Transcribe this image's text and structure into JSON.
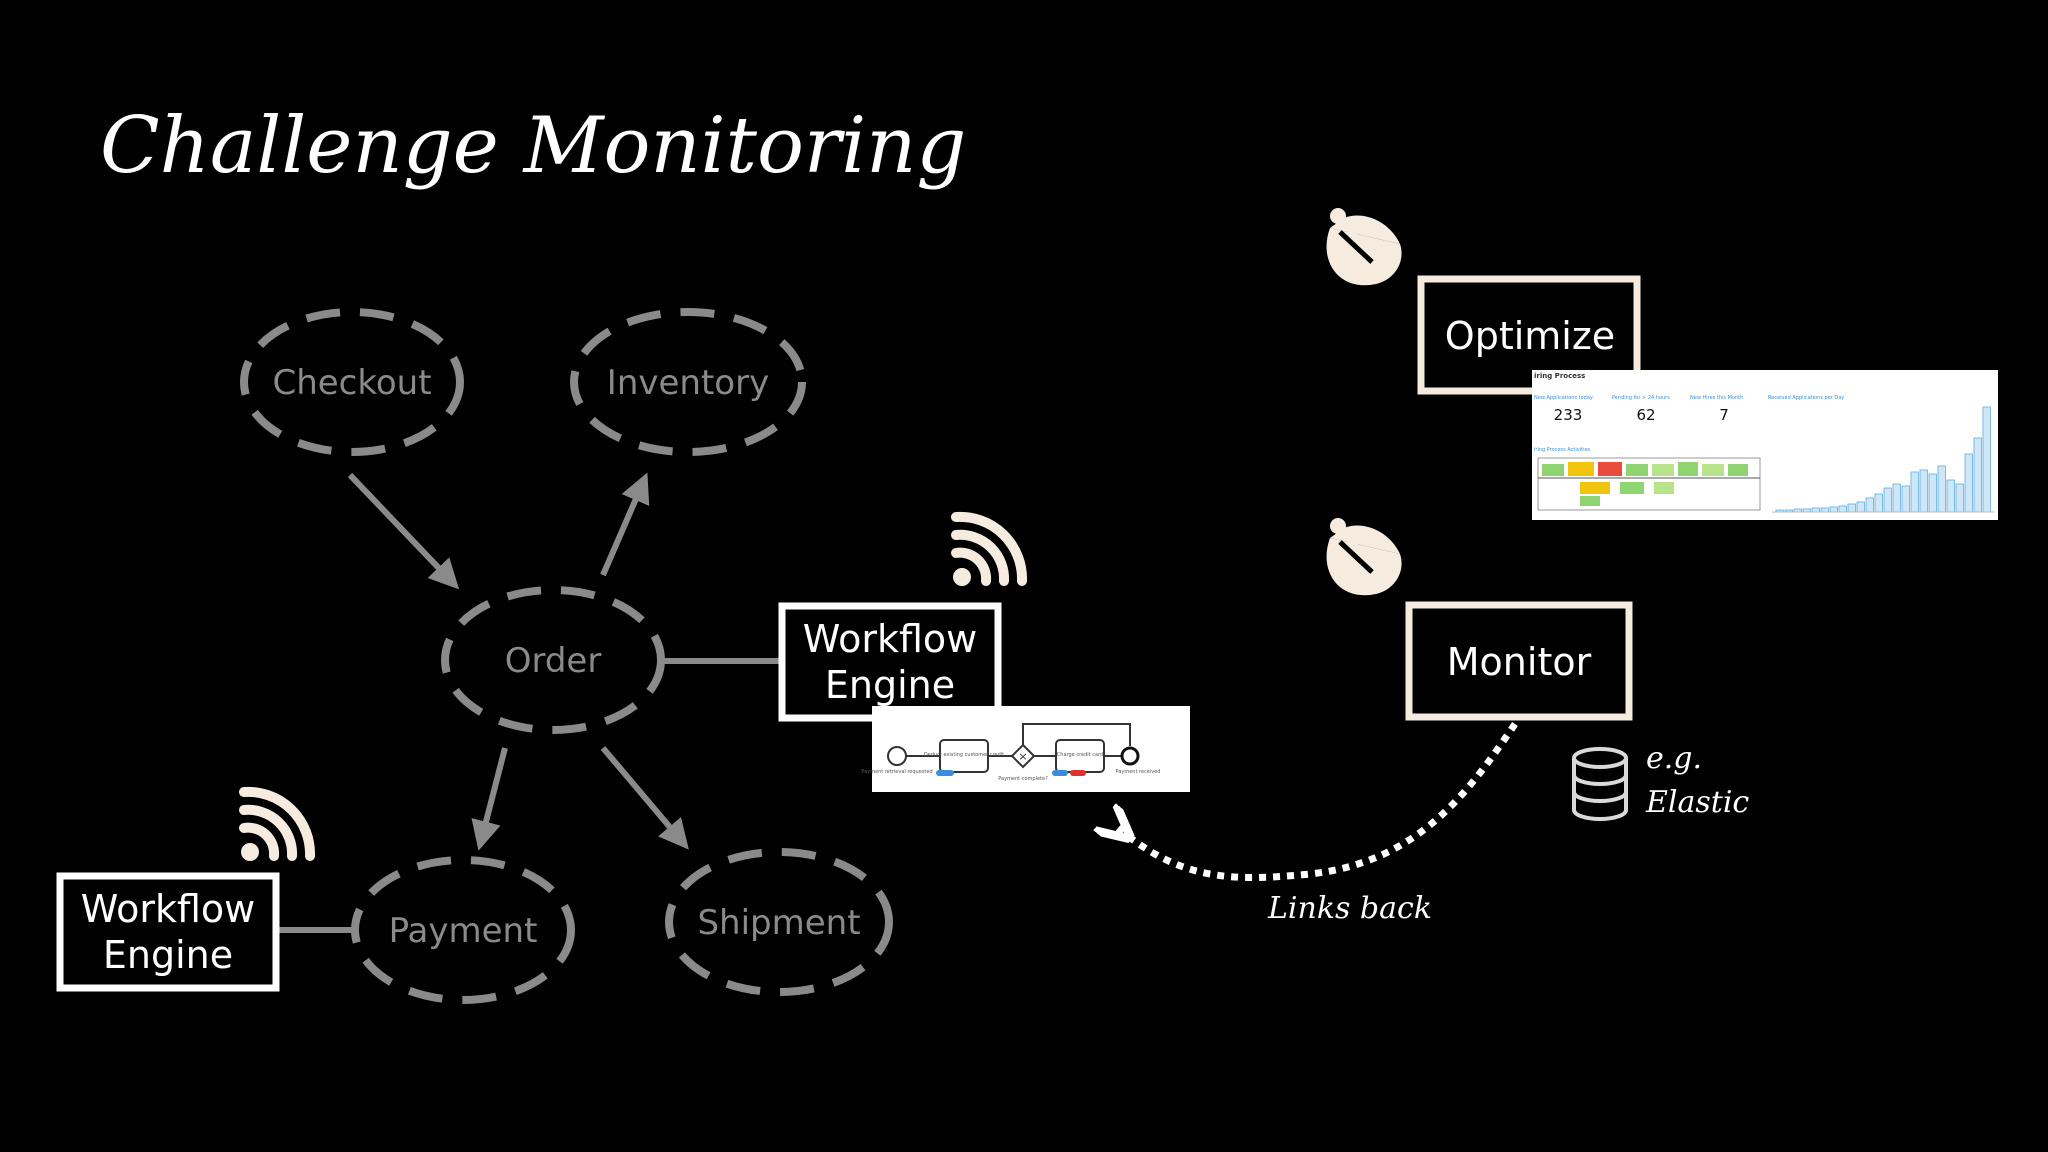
{
  "title": "Challenge Monitoring",
  "services": {
    "checkout": "Checkout",
    "inventory": "Inventory",
    "order": "Order",
    "payment": "Payment",
    "shipment": "Shipment"
  },
  "engine_main": {
    "line1": "Workflow",
    "line2": "Engine"
  },
  "engine_payment": {
    "line1": "Workflow",
    "line2": "Engine"
  },
  "optimize": {
    "label": "Optimize"
  },
  "monitor": {
    "label": "Monitor"
  },
  "datastore": {
    "line1": "e.g.",
    "line2": "Elastic"
  },
  "links_back": "Links back",
  "dashboard": {
    "title": "iring Process",
    "kpis": [
      {
        "label": "New Applications today",
        "value": "233"
      },
      {
        "label": "Pending for > 24 hours",
        "value": "62"
      },
      {
        "label": "New Hires this Month",
        "value": "7"
      }
    ],
    "chart_label": "Received Applications per Day",
    "activities_label": "iring Process Activities"
  },
  "bpmn_snippet": {
    "start": "Payment retrieval requested",
    "task1": "Deduct existing customer credit",
    "gateway": "Payment complete?",
    "task2": "Charge credit card",
    "end": "Payment received"
  },
  "colors": {
    "background": "#000000",
    "box_border": "#f5ecdf",
    "service_grey": "#8a8a8a",
    "icon_cream": "#f5ecdf"
  }
}
